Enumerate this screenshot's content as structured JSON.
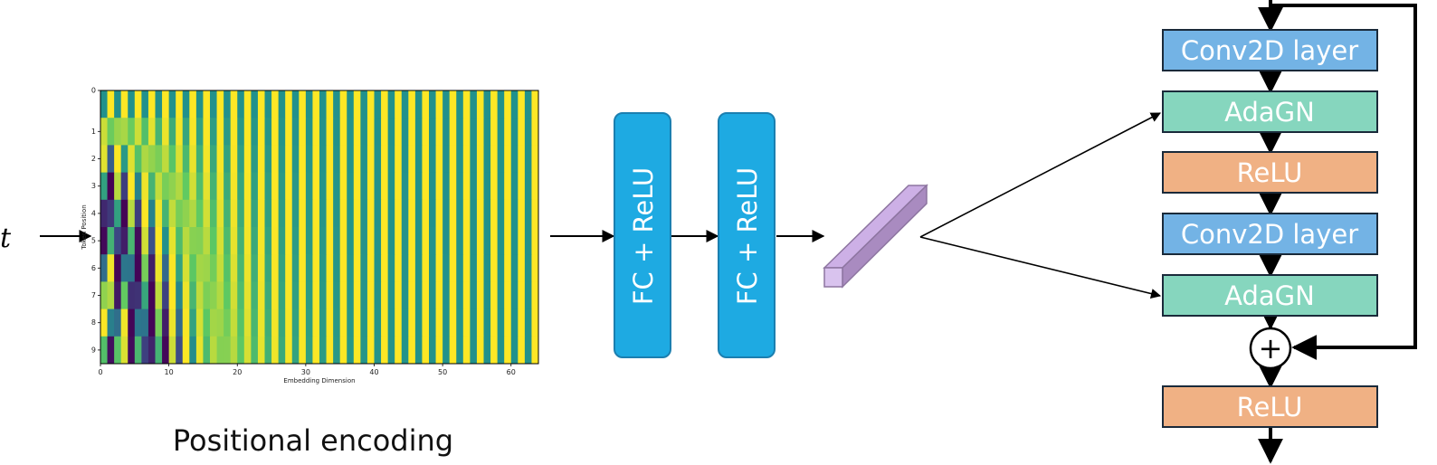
{
  "input_label": "t",
  "heatmap": {
    "caption": "Positional encoding",
    "ylabel": "Token Position",
    "xlabel": "Embedding Dimension",
    "y_ticks": [
      "0",
      "1",
      "2",
      "3",
      "4",
      "5",
      "6",
      "7",
      "8",
      "9"
    ],
    "x_ticks": [
      "0",
      "10",
      "20",
      "30",
      "40",
      "50",
      "60"
    ],
    "rows": 10,
    "columns": 64,
    "colormap": [
      "#440154",
      "#3b528b",
      "#21918c",
      "#5ec962",
      "#fde725"
    ]
  },
  "fc_blocks": [
    {
      "label": "FC + ReLU"
    },
    {
      "label": "FC + ReLU"
    }
  ],
  "res_block": {
    "layers": [
      {
        "label": "Conv2D layer",
        "color": "#73b3e5"
      },
      {
        "label": "AdaGN",
        "color": "#86d6be"
      },
      {
        "label": "ReLU",
        "color": "#f0b184"
      },
      {
        "label": "Conv2D layer",
        "color": "#73b3e5"
      },
      {
        "label": "AdaGN",
        "color": "#86d6be"
      },
      {
        "label": "ReLU",
        "color": "#f0b184"
      }
    ],
    "sum_symbol": "+"
  },
  "colors": {
    "fc_fill": "#1eaae2",
    "fc_stroke": "#1b7fb0",
    "embedding_front": "#d9c3ee",
    "embedding_top": "#cdb0e6",
    "embedding_side": "#a98bc0",
    "embedding_stroke": "#8d75a0",
    "arrow": "#000000"
  }
}
